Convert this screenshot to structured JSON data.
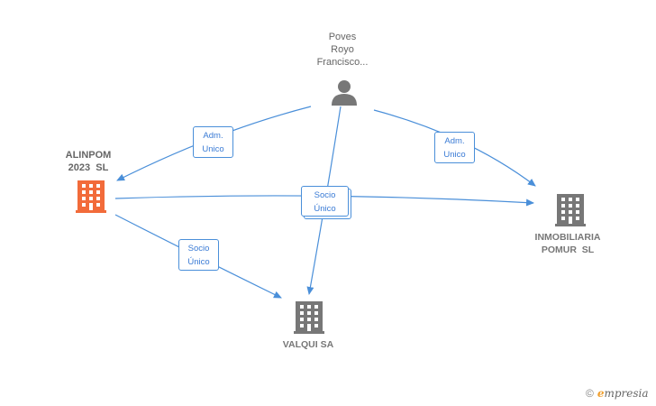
{
  "nodes": {
    "person": {
      "label_lines": [
        "Poves",
        "Royo",
        "Francisco..."
      ],
      "icon": "person-icon",
      "color": "#777777"
    },
    "alinpom": {
      "label_lines": [
        "ALINPOM",
        "2023  SL"
      ],
      "icon": "building-icon",
      "color": "#f26b3a"
    },
    "inmobiliaria": {
      "label_lines": [
        "INMOBILIARIA",
        "POMUR  SL"
      ],
      "icon": "building-icon",
      "color": "#777777"
    },
    "valqui": {
      "label_lines": [
        "VALQUI SA"
      ],
      "icon": "building-icon",
      "color": "#777777"
    }
  },
  "edges": {
    "person_to_alinpom": {
      "label_lines": [
        "Adm.",
        "Unico"
      ]
    },
    "person_to_inmobiliaria": {
      "label_lines": [
        "Adm.",
        "Unico"
      ]
    },
    "socio_unico_center": {
      "label_lines": [
        "Socio",
        "Único"
      ]
    },
    "alinpom_to_valqui": {
      "label_lines": [
        "Socio",
        "Único"
      ]
    }
  },
  "colors": {
    "edge": "#4a8fd9",
    "edge_text": "#3a7bd5",
    "accent_node": "#f26b3a",
    "gray_node": "#777777"
  },
  "footer": {
    "copyright_symbol": "©",
    "brand_initial": "e",
    "brand_rest": "mpresia"
  }
}
